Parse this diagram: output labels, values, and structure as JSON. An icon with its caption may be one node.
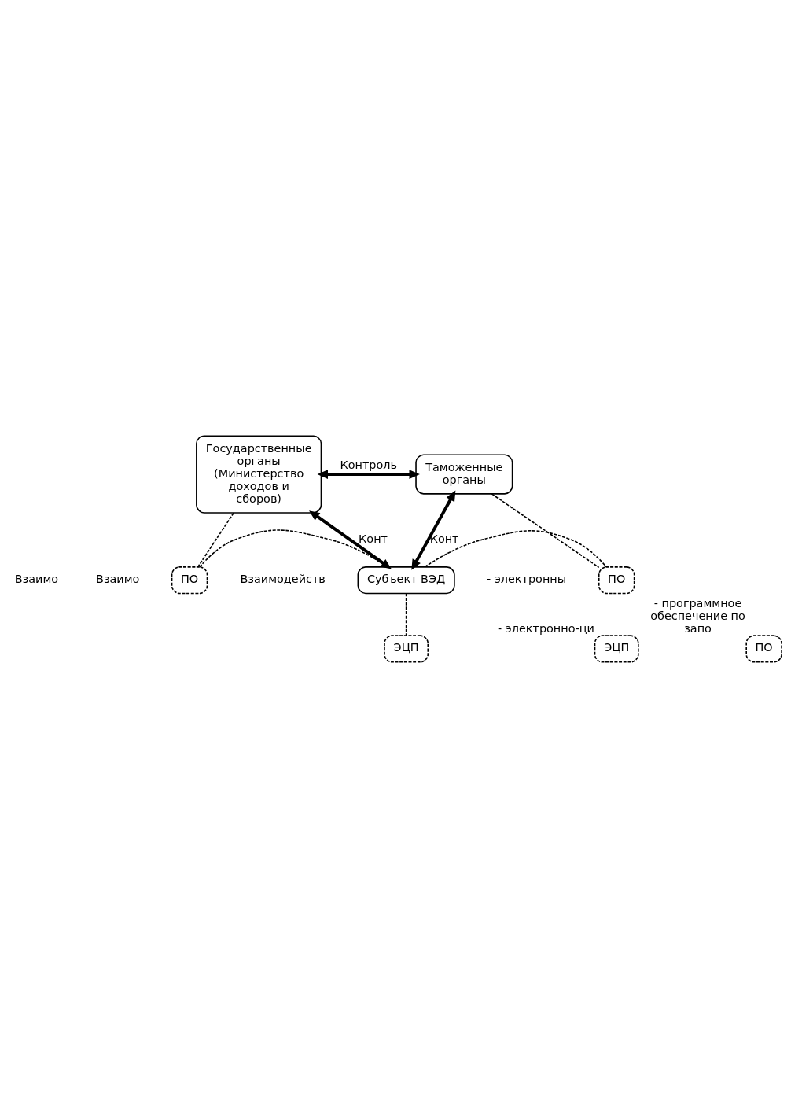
{
  "diagram": {
    "nodes": [
      {
        "text": [
          "Государственные органы (Министерство доходов и сборов)"
        ]
      },
      {
        "text": [
          "Таможенные органы"
        ]
      },
      {
        "text": [
          "ПО"
        ]
      },
      {
        "text": [
          "Субъект ВЭД"
        ]
      },
      {
        "text": [
          "ПО"
        ]
      },
      {
        "text": [
          "ЭЦП"
        ]
      },
      {
        "text": [
          "ЭЦП"
        ],
        "beside": [
          "- электронно-ци"
        ]
      },
      {
        "text": [
          "ПО"
        ],
        "beside": [
          "- программное обеспечение по запо"
        ]
      }
    ],
    "edges": [
      {
        "from": 0,
        "to": 1,
        "arrow": "both",
        "style": "thick",
        "label": "Контроль"
      },
      {
        "from": 0,
        "to": 3,
        "arrow": "both",
        "style": "thick",
        "label": "Конт"
      },
      {
        "from": 1,
        "to": 3,
        "arrow": "both",
        "style": "thick",
        "label": "Конт"
      },
      {
        "from": 0,
        "to": 2,
        "arrow": "none",
        "style": "dashed"
      },
      {
        "from": 2,
        "to": 3,
        "arrow": "none",
        "style": "dashed"
      },
      {
        "from": 3,
        "to": 4,
        "arrow": "none",
        "style": "dashed"
      },
      {
        "from": 1,
        "to": 4,
        "arrow": "none",
        "style": "dashed"
      },
      {
        "from": 3,
        "to": 5,
        "arrow": "none",
        "style": "dashed"
      }
    ],
    "labels": [
      "Взаимодейств",
      "Взаимо",
      "Взаимо"
    ],
    "legend": [
      {
        "text": "- электронны"
      }
    ]
  }
}
